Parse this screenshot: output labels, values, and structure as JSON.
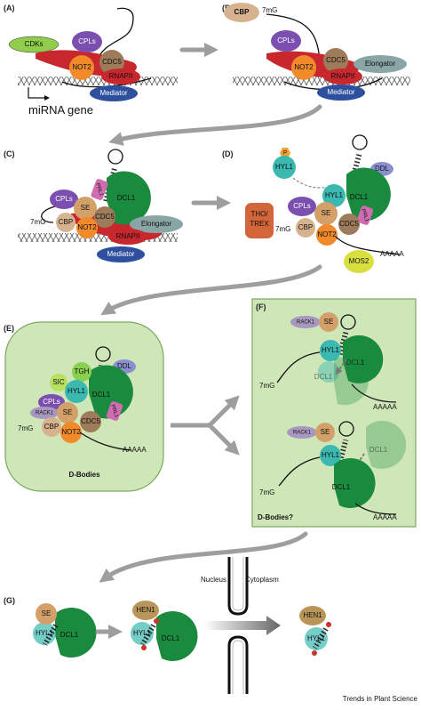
{
  "panels": {
    "a": "(A)",
    "b": "(B)",
    "c": "(C)",
    "d": "(D)",
    "e": "(E)",
    "f": "(F)",
    "g": "(G)"
  },
  "labels": {
    "cdks": "CDKs",
    "cpls": "CPLs",
    "not2": "NOT2",
    "cdc5": "CDC5",
    "rnapii": "RNAPII",
    "mediator": "Mediator",
    "elongator": "Elongator",
    "cbp": "CBP",
    "m7g": "7mG",
    "mirna_gene": "miRNA gene",
    "se": "SE",
    "dcl1": "DCL1",
    "prl1": "PRL1",
    "hyl1": "HYL1",
    "ddl": "DDL",
    "p": "P",
    "tho_trex": "THO/\nTREX",
    "mos2": "MOS2",
    "aaaaa": "AAAAA",
    "tgh": "TGH",
    "sic": "SIC",
    "rack1": "RACK1",
    "hen1": "HEN1",
    "d_bodies": "D-Bodies",
    "d_bodies_q": "D-Bodies?",
    "nucleus": "Nucleus",
    "cytoplasm": "Cytoplasm",
    "credit": "Trends in Plant Science"
  },
  "colors": {
    "cpls": "#7b4fb0",
    "cdks": "#8fcd4a",
    "not2": "#f08a2a",
    "cdc5": "#9e7b5a",
    "rnapii": "#c8282d",
    "mediator": "#2d4f9e",
    "elongator": "#8aa5a5",
    "cbp": "#d6b28e",
    "se": "#d4a06a",
    "dcl1": "#1a8a3e",
    "hyl1": "#3bb8b0",
    "prl1": "#d06cb0",
    "ddl": "#8a8fd0",
    "p": "#f0a030",
    "tho": "#d2653a",
    "mos2": "#d8e040",
    "tgh": "#8ad050",
    "sic": "#b8e060",
    "rack1": "#a897c0",
    "hen1": "#b8965a",
    "dbody": "#cfe6b8",
    "dbody_border": "#7aa860",
    "arrow": "#9e9e9e"
  }
}
